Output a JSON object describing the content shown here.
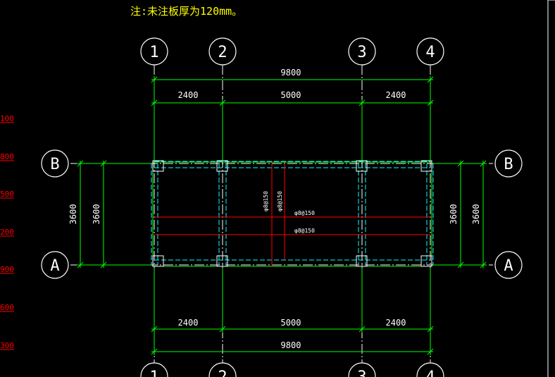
{
  "note": "注:未注板厚为120mm。",
  "axes": {
    "columns": [
      "1",
      "2",
      "3",
      "4"
    ],
    "rows": [
      "B",
      "A"
    ]
  },
  "dimensions": {
    "top_segments": [
      "2400",
      "5000",
      "2400"
    ],
    "top_total": "9800",
    "bottom_segments": [
      "2400",
      "5000",
      "2400"
    ],
    "bottom_total": "9800",
    "left_outer": "3600",
    "left_inner": "3600",
    "right_inner": "3600",
    "right_outer": "3600"
  },
  "rebar": {
    "vertical_1": "φ8@150",
    "vertical_2": "φ8@150",
    "horizontal_1": "φ8@150",
    "horizontal_2": "φ8@150"
  },
  "elevations": [
    "100",
    "800",
    "500",
    "200",
    "900",
    "600",
    "300"
  ],
  "colors": {
    "background": "#000000",
    "note": "#ffff00",
    "dimension": "#00ff00",
    "axis_bubble": "#ffffff",
    "beam": "#00ffff",
    "rebar": "#ff0000",
    "elevation": "#ff0000"
  }
}
